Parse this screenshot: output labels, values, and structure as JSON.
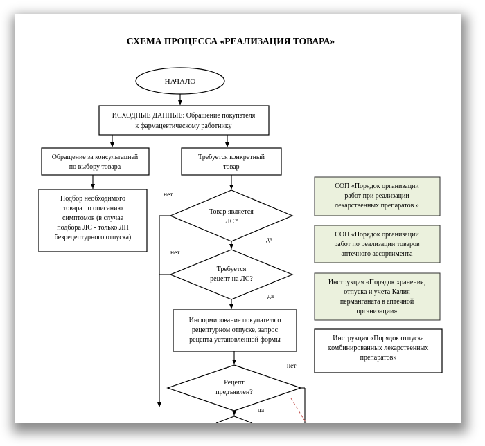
{
  "title": "СХЕМА ПРОЦЕССА  «РЕАЛИЗАЦИЯ ТОВАРА»",
  "start": "НАЧАЛО",
  "initial_data": [
    "ИСХОДНЫЕ ДАННЫЕ: Обращение покупателя",
    "к фармацевтическому работнику"
  ],
  "consult_request": [
    "Обращение за консультацией",
    "по выбору товара"
  ],
  "specific_product": [
    "Требуется конкретный",
    "товар"
  ],
  "symptom_selection": [
    "Подбор необходимого",
    "товара по описанию",
    "симптомов  (в случае",
    "подбора ЛС - только ЛП",
    "безрецептурного отпуска)"
  ],
  "decision_is_drug": [
    "Товар является",
    "ЛС?"
  ],
  "decision_needs_rx": [
    "Требуется",
    "рецепт на ЛС?"
  ],
  "inform_customer": [
    "Информирование покупателя о",
    "рецептурном отпуске, запрос",
    "рецепта установленной формы"
  ],
  "decision_rx_presented": [
    "Рецепт",
    "предъявлен?"
  ],
  "labels": {
    "no": "нет",
    "yes": "да"
  },
  "documents": [
    [
      "СОП «Порядок организации",
      "работ  при реализации",
      "лекарственных препаратов »"
    ],
    [
      "СОП «Порядок организации",
      "работ по реализации товаров",
      "аптечного ассортимента"
    ],
    [
      "Инструкция «Порядок хранения,",
      "отпуска и учета Калия",
      "перманганата в аптечной",
      "организации»"
    ],
    [
      "Инструкция «Порядок отпуска",
      "комбинированных лекарственных",
      "препаратов»"
    ]
  ],
  "colors": {
    "doc_fill": "#ebf1dd",
    "border": "#000000",
    "dashed_line": "#c0504d"
  }
}
